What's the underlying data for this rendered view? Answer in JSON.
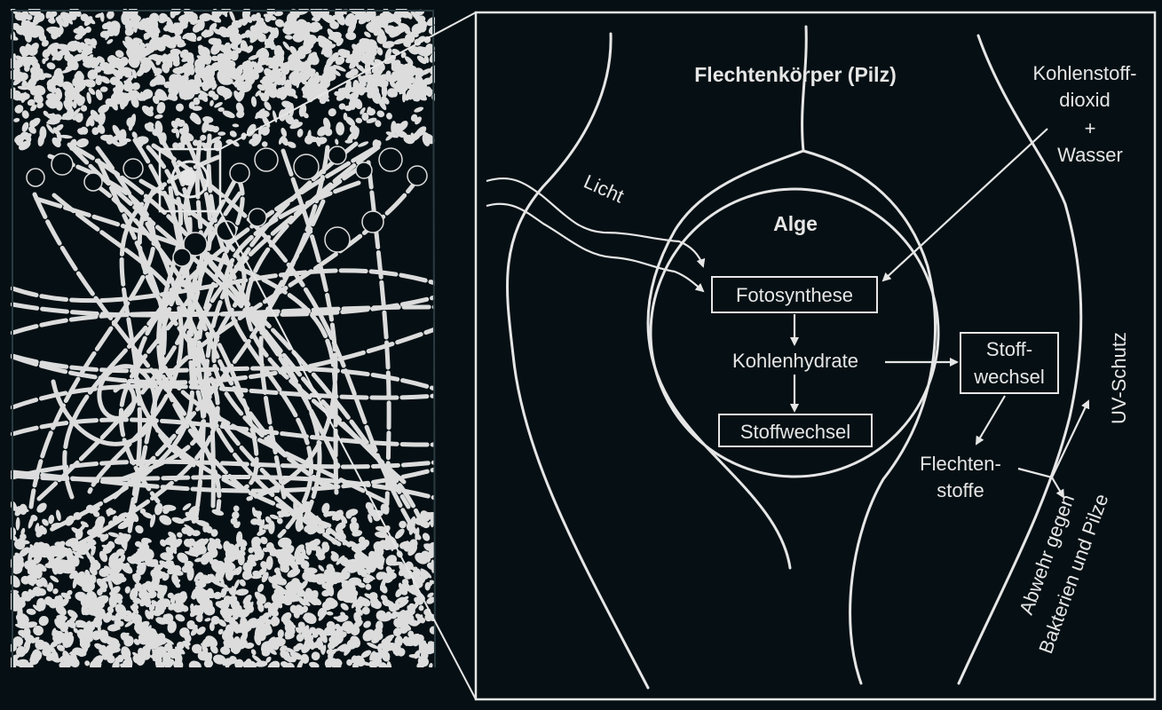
{
  "labels": {
    "fungus_title": "Flechtenkörper (Pilz)",
    "co2_line1": "Kohlenstoff-",
    "co2_line2": "dioxid",
    "co2_plus": "+",
    "co2_line3": "Wasser",
    "light": "Licht",
    "alga": "Alge",
    "photosynthesis": "Fotosynthese",
    "carbohydrates": "Kohlenhydrate",
    "metabolism_alga": "Stoffwechsel",
    "metabolism_fungus_line1": "Stoff-",
    "metabolism_fungus_line2": "wechsel",
    "lichen_substances_line1": "Flechten-",
    "lichen_substances_line2": "stoffe",
    "uv_protection": "UV-Schutz",
    "defense_line1": "Abwehr gegen",
    "defense_line2": "Bakterien und Pilze"
  },
  "colors": {
    "background": "#061014",
    "line": "#e6e6e6",
    "cell_fill": "#dcdcdc"
  }
}
